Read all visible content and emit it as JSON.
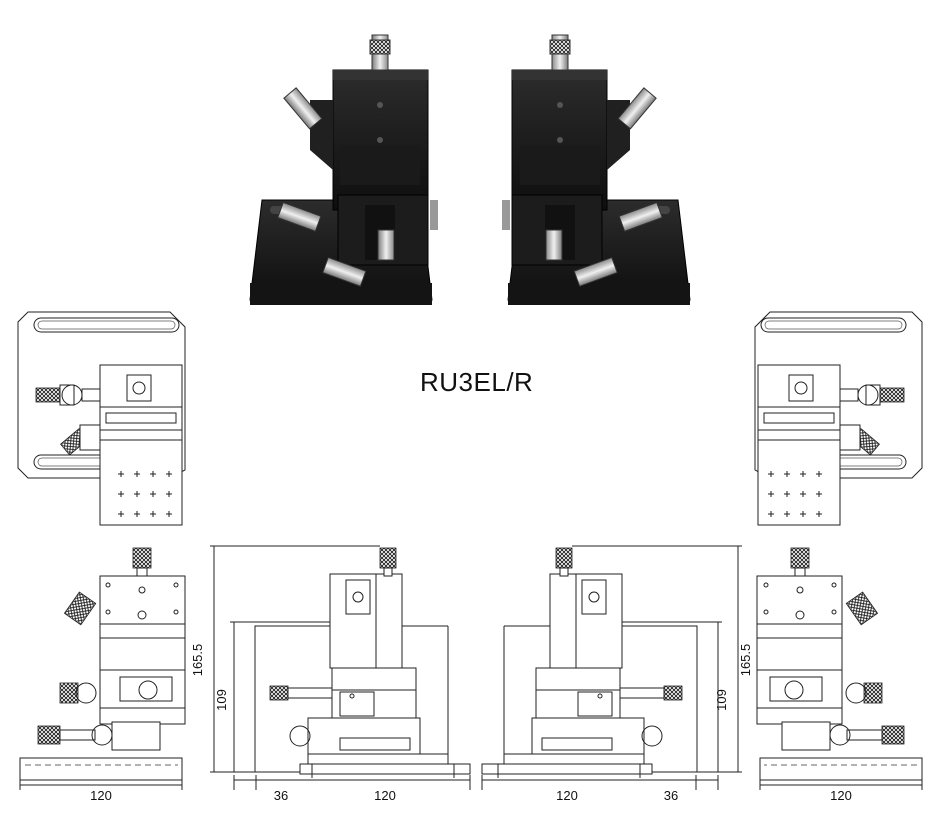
{
  "model_label": "RU3EL/R",
  "dimensions": {
    "overall_height": "165.5",
    "stage_height": "109",
    "base_width": "120",
    "offset": "36"
  },
  "colors": {
    "stage_body": "#1a1a1a",
    "stage_edge": "#3a3a3a",
    "knob_metal": "#c8c8c8",
    "line": "#222222"
  },
  "views": [
    {
      "name": "photo-left",
      "icon": "stage-photo"
    },
    {
      "name": "photo-right",
      "icon": "stage-photo"
    },
    {
      "name": "top-view-left",
      "icon": "top-view-drawing"
    },
    {
      "name": "top-view-right",
      "icon": "top-view-drawing"
    },
    {
      "name": "front-view-left",
      "icon": "front-view-drawing"
    },
    {
      "name": "side-view-left",
      "icon": "side-view-drawing"
    },
    {
      "name": "side-view-right",
      "icon": "side-view-drawing"
    },
    {
      "name": "front-view-right",
      "icon": "front-view-drawing"
    }
  ]
}
